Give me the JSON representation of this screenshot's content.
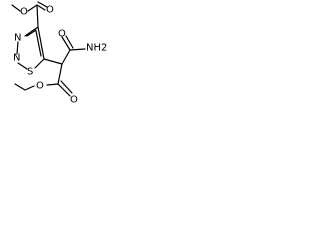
{
  "diagram": {
    "type": "chemical-structure",
    "background": "#ffffff",
    "line_color": "#000000",
    "atoms": {
      "ester_o_top": "O",
      "ester_o_carbonyl": "O",
      "thiadiazole_n3": "N",
      "thiadiazole_n2": "N",
      "thiadiazole_s": "S",
      "amide_nh2": "NH2",
      "amide_o": "O",
      "ethyl_ester_o": "O",
      "ethyl_carbonyl_o": "O"
    }
  }
}
